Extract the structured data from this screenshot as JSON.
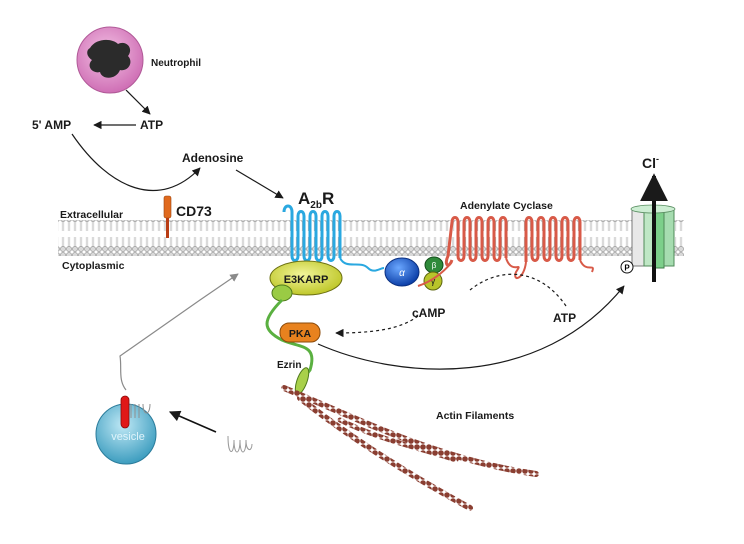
{
  "labels": {
    "neutrophil": "Neutrophil",
    "amp": "5' AMP",
    "atp_top": "ATP",
    "adenosine": "Adenosine",
    "cd73": "CD73",
    "receptor_main": "A",
    "receptor_sub": "2b",
    "receptor_end": "R",
    "extracellular": "Extracellular",
    "cytoplasmic": "Cytoplasmic",
    "adenylate_cyclase": "Adenylate Cyclase",
    "chloride": "Cl",
    "chloride_charge": "-",
    "e3karp": "E3KARP",
    "alpha": "α",
    "beta": "β",
    "gamma": "γ",
    "camp": "cAMP",
    "atp_bottom": "ATP",
    "pka": "PKA",
    "phospho": "P",
    "ezrin": "Ezrin",
    "actin": "Actin Filaments",
    "vesicle": "vesicle"
  },
  "colors": {
    "neutrophil": "#e090c8",
    "receptor": "#2aa8e0",
    "cyclase": "#d85a48",
    "e3karp": "#dde63a",
    "g_alpha": "#1a5fd0",
    "g_beta": "#2f8a3a",
    "g_gamma": "#b8c42a",
    "pka": "#e8821e",
    "ezrin_link": "#5ab040",
    "actin": "#7a3a2e",
    "channel": "#7ccf8a",
    "cd73": "#e06a1e",
    "vesicle": "#6cc0dc"
  },
  "icons": {
    "vesicle_channel": "red-channel-icon",
    "squiggle": "squiggle-icon"
  }
}
